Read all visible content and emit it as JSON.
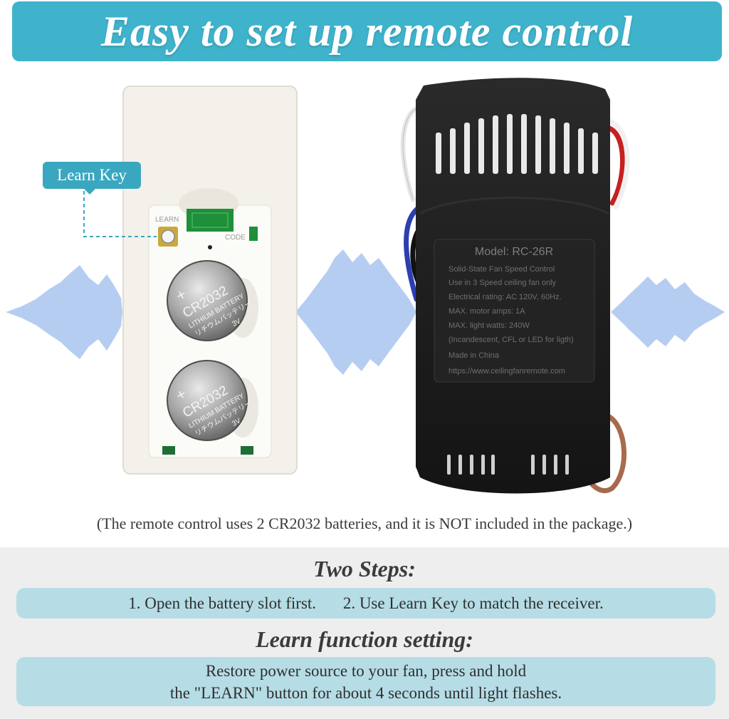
{
  "header": {
    "title": "Easy to set up remote control"
  },
  "remote": {
    "learn_callout": "Learn Key",
    "learn_mark": "LEARN",
    "code_mark": "CODE",
    "batteries": [
      {
        "plus": "+",
        "model": "CR2032",
        "type": "LITHIUM BATTERY",
        "jp": "リチウムバッテリー",
        "volt": "3V"
      },
      {
        "plus": "+",
        "model": "CR2032",
        "type": "LITHIUM BATTERY",
        "jp": "リチウムバッテリー",
        "volt": "3V"
      }
    ]
  },
  "receiver": {
    "model": "Model: RC-26R",
    "specs": [
      "Solid-State Fan Speed Control",
      "Use in 3 Speed ceiling fan only",
      "Electrical rating: AC 120V, 60Hz.",
      "MAX. motor amps: 1A",
      "MAX. light watts: 240W",
      "(Incandescent, CFL or LED for ligth)",
      "Made in China",
      "https://www.ceilingfanremote.com"
    ]
  },
  "caption": "(The remote control uses 2 CR2032 batteries, and it is NOT included in the package.)",
  "steps": {
    "heading": "Two Steps:",
    "step1": "1. Open the battery slot first.",
    "step2": "2. Use Learn Key to match the receiver."
  },
  "learn": {
    "heading": "Learn function setting:",
    "line1": "Restore power source to your fan, press and hold",
    "line2": "the \"LEARN\" button for about 4 seconds until light flashes."
  },
  "colors": {
    "accent": "#3fb3cc",
    "pill": "#b6dde6",
    "receiver_body": "#1d1d1d",
    "wave": "#a9c4f0"
  }
}
